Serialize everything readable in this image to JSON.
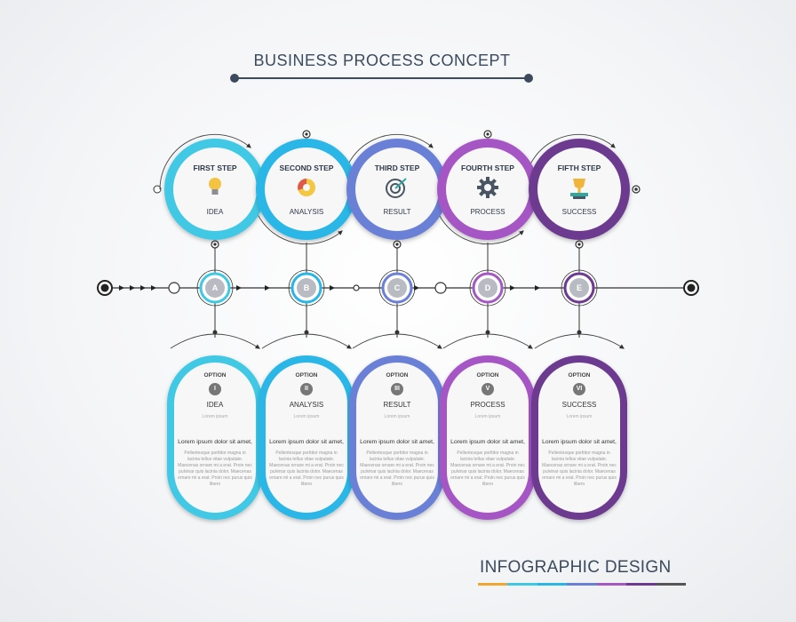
{
  "header": {
    "title": "BUSINESS PROCESS CONCEPT"
  },
  "steps": [
    {
      "head": "FIRST STEP",
      "foot": "IDEA",
      "icon": "lightbulb-icon",
      "color": "#3fc8e4"
    },
    {
      "head": "SECOND STEP",
      "foot": "ANALYSIS",
      "icon": "pie-chart-icon",
      "color": "#29b6e6"
    },
    {
      "head": "THIRD STEP",
      "foot": "RESULT",
      "icon": "target-icon",
      "color": "#6a7fd6"
    },
    {
      "head": "FOURTH STEP",
      "foot": "PROCESS",
      "icon": "gear-icon",
      "color": "#a557c4"
    },
    {
      "head": "FIFTH STEP",
      "foot": "SUCCESS",
      "icon": "trophy-icon",
      "color": "#6c3a8f"
    }
  ],
  "milestones": [
    "A",
    "B",
    "C",
    "D",
    "E"
  ],
  "cards": [
    {
      "option": "OPTION",
      "numeral": "I",
      "name": "IDEA",
      "sub": "Lorem ipsum",
      "lead": "Lorem ipsum dolor sit amet,",
      "body": "Pellentesque porttitor magna in lacinia tellus vitae vulputate. Maecenas ornare mi a erat. Proin nec pulvinar quis lacinia dolor. Maecenas ornare mi a erat. Proin nec purus quis libero"
    },
    {
      "option": "OPTION",
      "numeral": "II",
      "name": "ANALYSIS",
      "sub": "Lorem ipsum",
      "lead": "Lorem ipsum dolor sit amet,",
      "body": "Pellentesque porttitor magna in lacinia tellus vitae vulputate. Maecenas ornare mi a erat. Proin nec pulvinar quis lacinia dolor. Maecenas ornare mi a erat. Proin nec purus quis libero"
    },
    {
      "option": "OPTION",
      "numeral": "III",
      "name": "RESULT",
      "sub": "Lorem ipsum",
      "lead": "Lorem ipsum dolor sit amet,",
      "body": "Pellentesque porttitor magna in lacinia tellus vitae vulputate. Maecenas ornare mi a erat. Proin nec pulvinar quis lacinia dolor. Maecenas ornare mi a erat. Proin nec purus quis libero"
    },
    {
      "option": "OPTION",
      "numeral": "V",
      "name": "PROCESS",
      "sub": "Lorem ipsum",
      "lead": "Lorem ipsum dolor sit amet,",
      "body": "Pellentesque porttitor magna in lacinia tellus vitae vulputate. Maecenas ornare mi a erat. Proin nec pulvinar quis lacinia dolor. Maecenas ornare mi a erat. Proin nec purus quis libero"
    },
    {
      "option": "OPTION",
      "numeral": "VI",
      "name": "SUCCESS",
      "sub": "Lorem ipsum",
      "lead": "Lorem ipsum dolor sit amet,",
      "body": "Pellentesque porttitor magna in lacinia tellus vitae vulputate. Maecenas ornare mi a erat. Proin nec pulvinar quis lacinia dolor. Maecenas ornare mi a erat. Proin nec purus quis libero"
    }
  ],
  "footer": {
    "title": "INFOGRAPHIC DESIGN",
    "bar_colors": [
      "#f0a630",
      "#3fc8e4",
      "#29b6e6",
      "#6a7fd6",
      "#a557c4",
      "#6c3a8f",
      "#555555"
    ]
  }
}
